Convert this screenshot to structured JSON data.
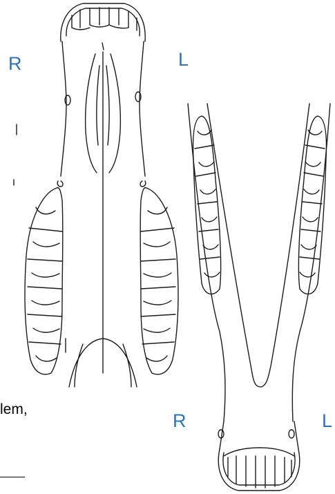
{
  "labels": {
    "upper_right": "R",
    "upper_left": "L",
    "lower_right": "R",
    "lower_left": "L"
  },
  "text_fragment": "lem,",
  "colors": {
    "label": "#2e74b5",
    "line": "#1a1a1a",
    "background": "#ffffff"
  }
}
